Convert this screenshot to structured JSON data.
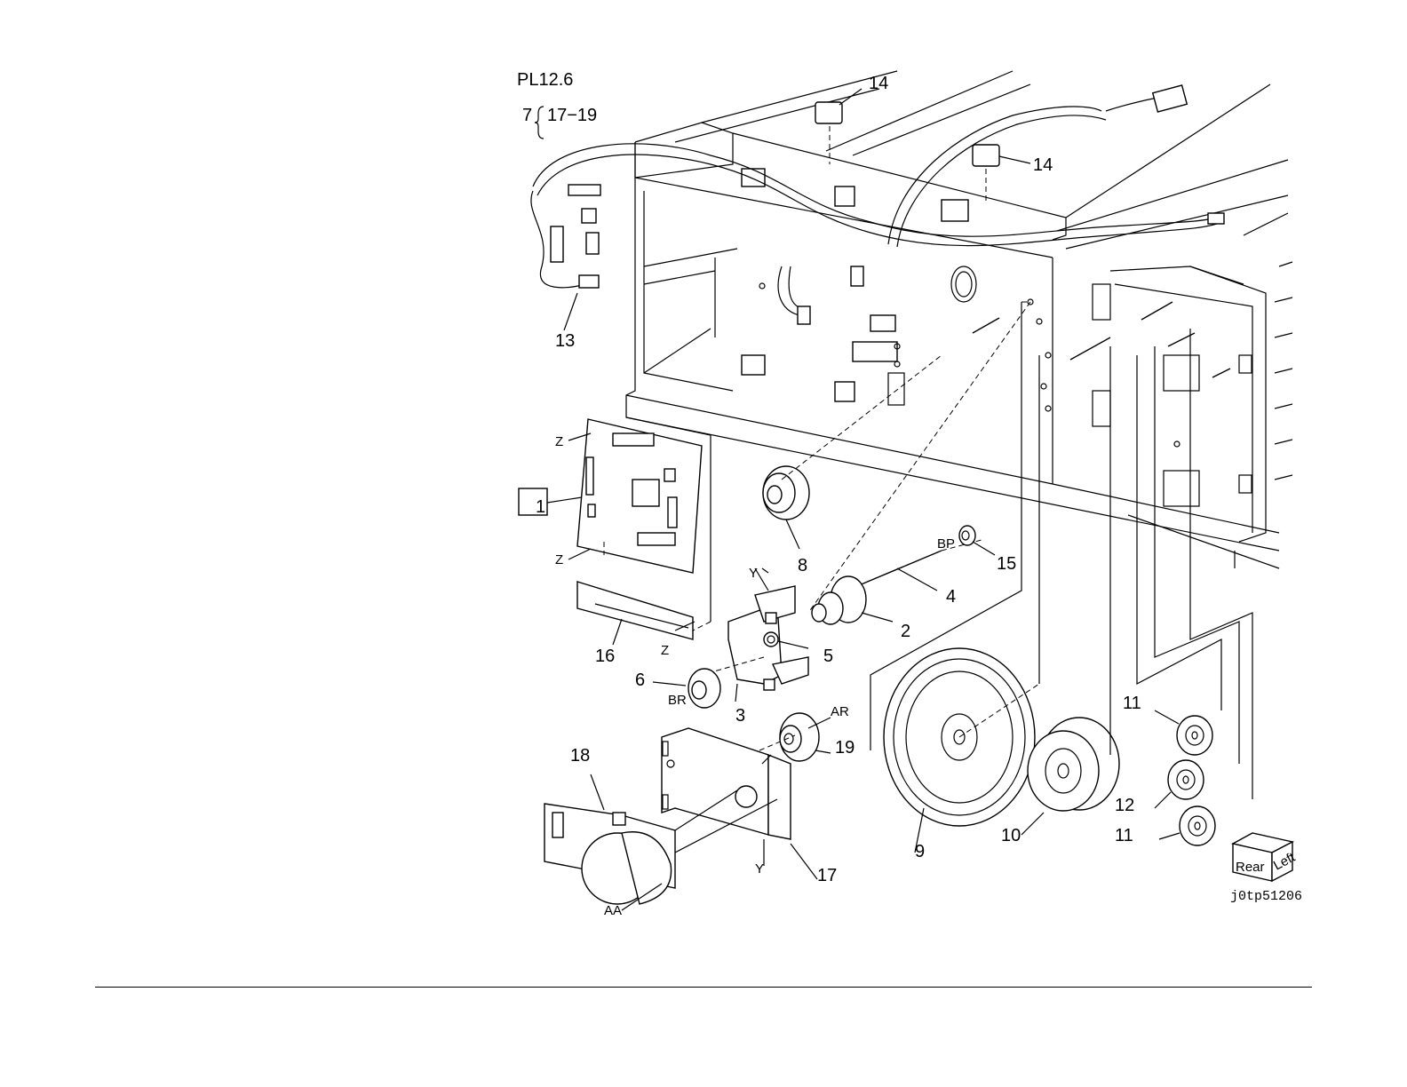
{
  "diagram": {
    "plate_ref": "PL12.6",
    "ref_prefix": "7",
    "ref_range": "17−19",
    "figure_id": "j0tp51206",
    "orientation_cube": {
      "face1": "Rear",
      "face2": "Left"
    },
    "callouts": {
      "c1": "1",
      "c2": "2",
      "c3": "3",
      "c4": "4",
      "c5": "5",
      "c6": "6",
      "c8": "8",
      "c9": "9",
      "c10": "10",
      "c11a": "11",
      "c11b": "11",
      "c12": "12",
      "c13": "13",
      "c14a": "14",
      "c14b": "14",
      "c15": "15",
      "c16": "16",
      "c17": "17",
      "c18": "18",
      "c19": "19"
    },
    "refs": {
      "z1": "Z",
      "z2": "Z",
      "z3": "Z",
      "y1": "Y",
      "y2": "Y",
      "bp": "BP",
      "br": "BR",
      "ar": "AR",
      "aa": "AA"
    }
  }
}
